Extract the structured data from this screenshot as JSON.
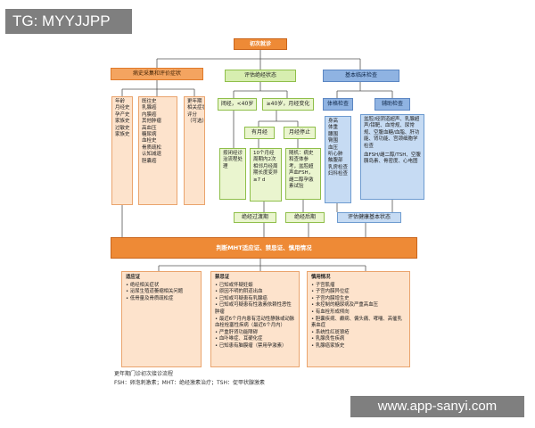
{
  "watermark_top": "TG: MYYJJPP",
  "watermark_bottom": "www.app-sanyi.com",
  "flow": {
    "start": "初次就诊",
    "history": "病史采集和评价症状",
    "assess_status": "评估绝经状态",
    "basic_exam": "基本临床检查",
    "hist_cols": [
      [
        "年龄",
        "月经史",
        "孕产史",
        "家族史",
        "过敏史",
        "家族史"
      ],
      [
        "既往史",
        "乳腺癌",
        "内膜癌",
        "其他肿瘤",
        "高血压",
        "糖尿病",
        "血栓史",
        "骨质疏松",
        "认知减退",
        "胆囊癌"
      ],
      [
        "更年期",
        "相关症状",
        "评分",
        "（可选）"
      ]
    ],
    "amenorrhea": "闭经，<40岁",
    "age_ge40": "≥40岁，月经变化",
    "menses_yes": "有月经",
    "menses_no": "月经停止",
    "premature": "按闭经诊治流程处理",
    "cycle_change": "10个月经周期内2次相邻月经周期长度变异≥7 d",
    "refer": "随机：病史和查体参考，盆腔超声血FSH，雌二醇孕激素试验",
    "exam_head": "体格检查",
    "lab_head": "辅助检查",
    "exam_items": [
      "身高",
      "体重",
      "腰围",
      "臀围",
      "血压",
      "听心肺",
      "触腹部",
      "乳房检查",
      "妇科检查"
    ],
    "lab_items": [
      "盆腔/经阴道超声、乳腺超声/钼靶、血常规、尿常规、空腹血糖/血脂、肝功能、肾功能、宫颈细胞学检查",
      "血FSH/雌二醇/TSH、空腹胰岛素、骨密度、心电图"
    ],
    "transition": "绝经过渡期",
    "post": "绝经后期",
    "eval_health": "评估健康基本状态",
    "decision": "判断MHT适应证、禁忌证、慎用情况",
    "indication_title": "适应证",
    "indications": [
      "绝经相关症状",
      "泌尿生殖道萎缩相关问题",
      "低骨量及骨质疏松症"
    ],
    "contra_title": "禁忌证",
    "contras": [
      "已知或怀疑妊娠",
      "原因不明的阴道出血",
      "已知或可疑患有乳腺癌",
      "已知或可疑患有性激素依赖性恶性肿瘤",
      "最近6个月内患有活动性静脉或动脉血栓栓塞性疾病（最近6个月内）",
      "严重肝肾功能障碍",
      "血卟啉症、耳硬化症",
      "已知患有脑膜瘤（禁用孕激素）"
    ],
    "caution_title": "慎用情况",
    "cautions": [
      "子宫肌瘤",
      "子宫内膜异位症",
      "子宫内膜增生史",
      "未控制的糖尿病及严重高血压",
      "有血栓形成倾向",
      "胆囊疾病、癫痫、偏头痛、哮喘、高催乳素血症",
      "系统性红斑狼疮",
      "乳腺良性疾病",
      "乳腺癌家族史"
    ]
  },
  "caption": {
    "line1": "更年期门诊初次接诊流程",
    "line2": "FSH：卵泡刺激素；MHT：绝经激素治疗；TSH：促甲状腺激素"
  }
}
